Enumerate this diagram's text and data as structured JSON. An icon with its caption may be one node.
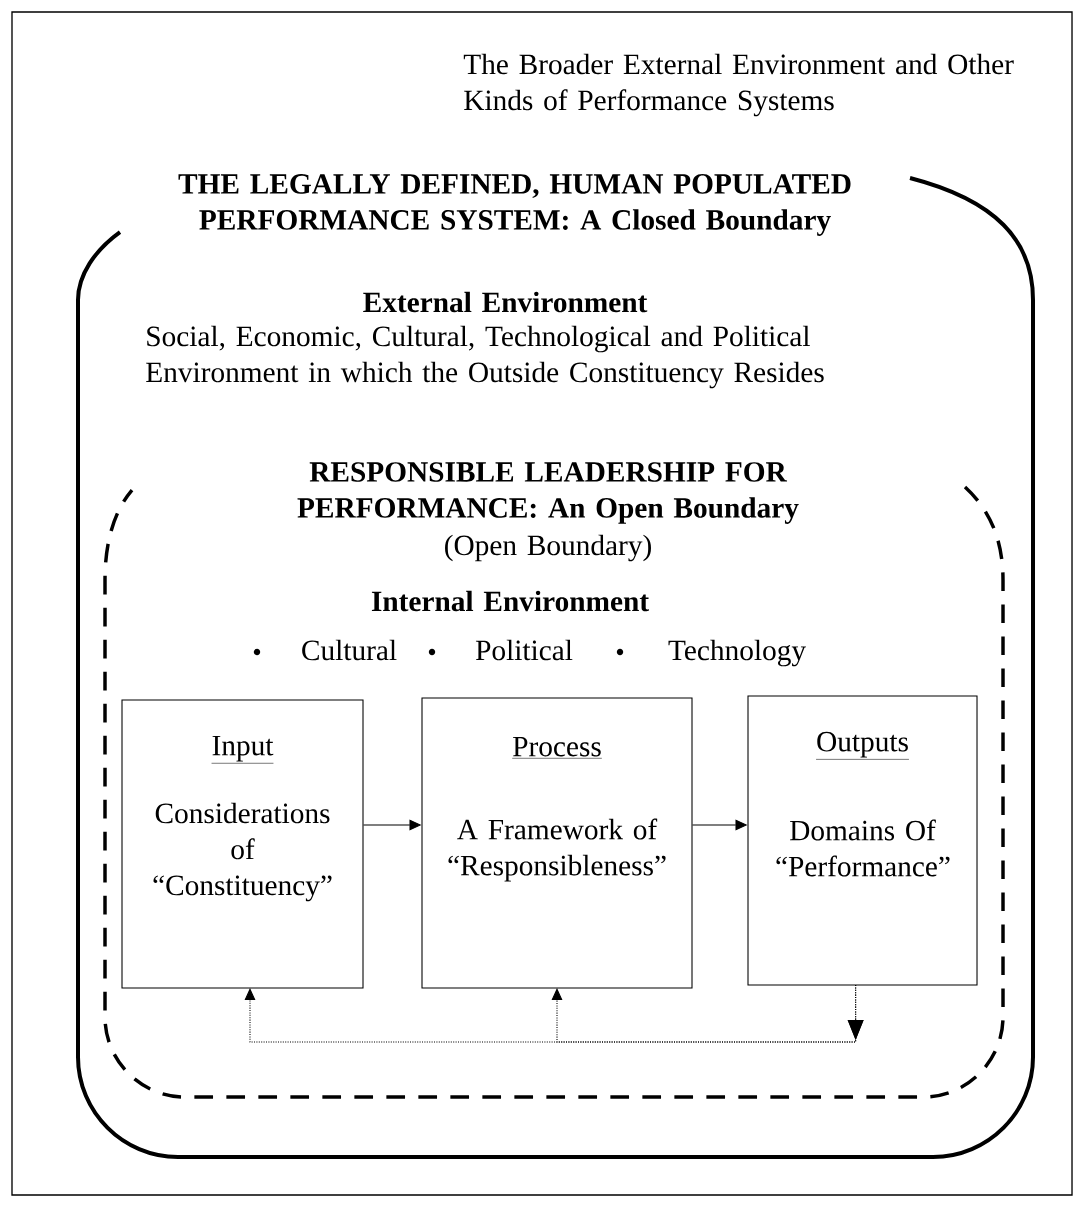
{
  "diagram": {
    "nodes": [
      {
        "text": [
          "The Broader External Environment and Other Kinds of Performance Systems"
        ]
      },
      {
        "text": [
          "THE LEGALLY DEFINED, HUMAN POPULATED PERFORMANCE SYSTEM: A Closed Boundary",
          "External Environment",
          "Social, Economic, Cultural, Technological and Political Environment in which the Outside Constituency Resides"
        ],
        "in": 0
      },
      {
        "text": [
          "RESPONSIBLE LEADERSHIP FOR PERFORMANCE: An Open Boundary",
          "(Open Boundary)",
          "Internal Environment",
          "Cultural",
          "Political",
          "Technology"
        ],
        "in": 1
      },
      {
        "text": [
          "Input",
          "Considerations of “Constituency”"
        ],
        "in": 2
      },
      {
        "text": [
          "Process",
          "A Framework of “Responsibleness”"
        ],
        "in": 2
      },
      {
        "text": [
          "Outputs",
          "Domains Of “Performance”"
        ],
        "in": 2
      }
    ],
    "edges": [
      {
        "from": 3,
        "to": 4,
        "arrow": "to"
      },
      {
        "from": 4,
        "to": 5,
        "arrow": "to"
      },
      {
        "from": 5,
        "to": 3,
        "arrow": "to",
        "style": "dashed"
      },
      {
        "from": 5,
        "to": 4,
        "arrow": "to",
        "style": "dashed"
      }
    ]
  }
}
